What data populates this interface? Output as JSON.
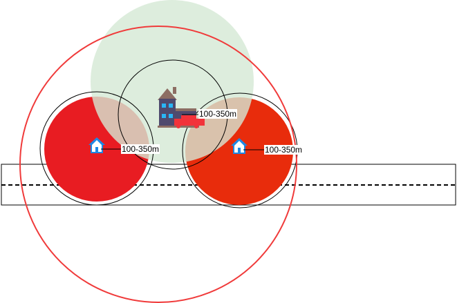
{
  "labels": {
    "left_house": "100-350m",
    "fire_station": "100-350m",
    "right_house": "100-350m"
  },
  "colors": {
    "zone_green": "#d5e8d4",
    "zone_red_left": "#e81c22",
    "zone_red_right": "#e82c0c",
    "outer_ring": "#f03a3a",
    "house_blue": "#1e88e5",
    "fire_truck": "#f2333a"
  }
}
